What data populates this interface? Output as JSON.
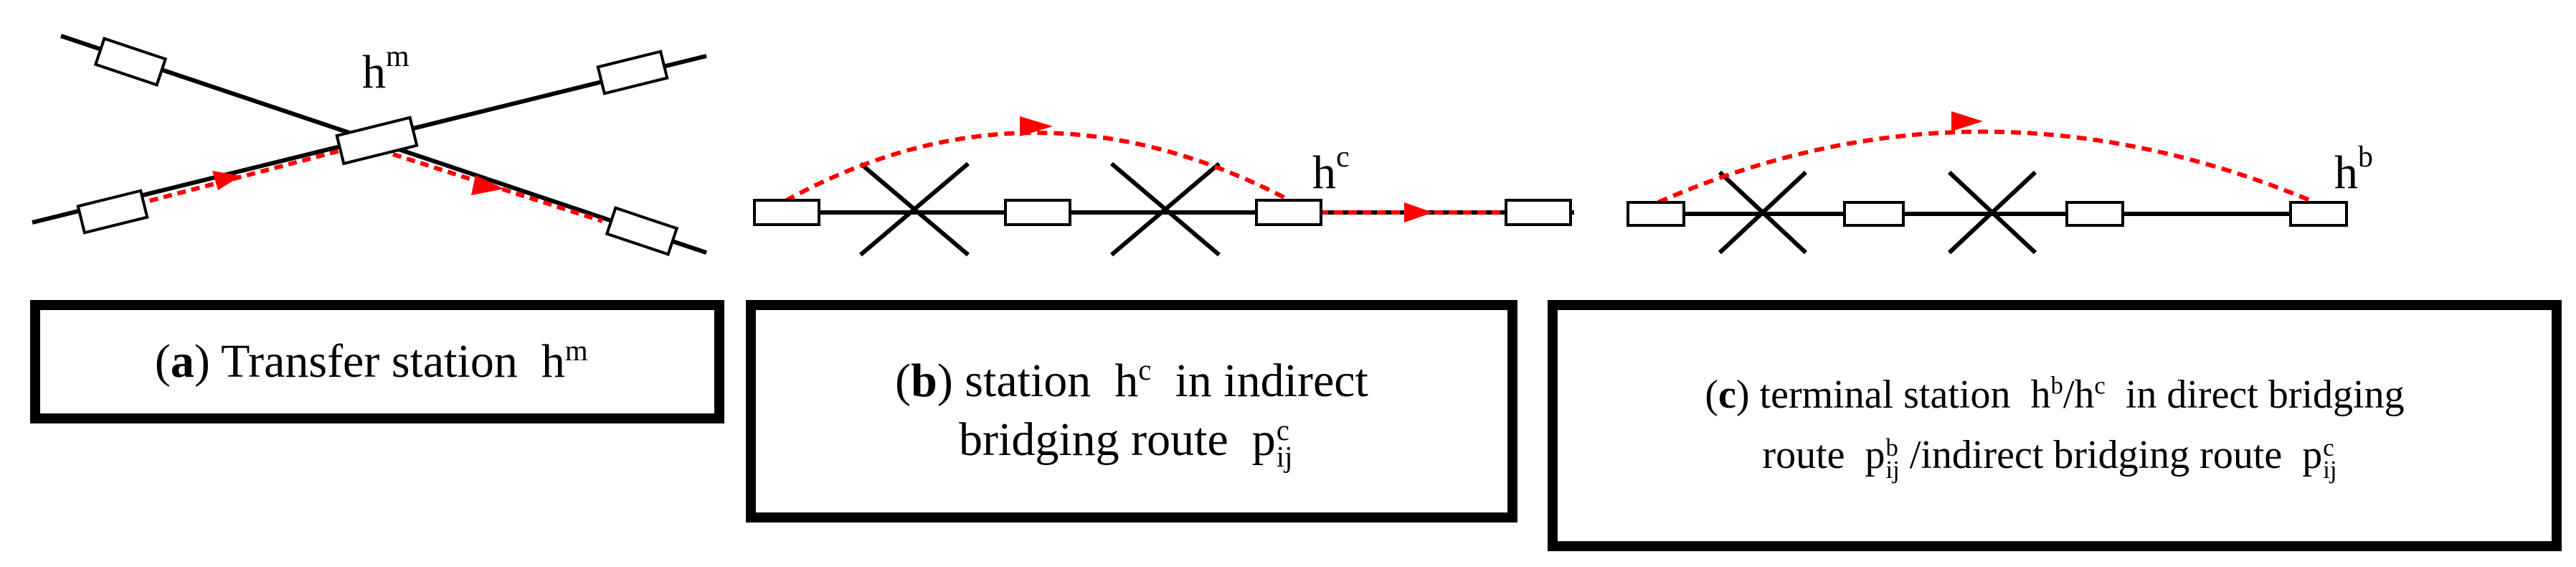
{
  "diagram_a": {
    "node_label": "h",
    "node_label_sup": "m"
  },
  "diagram_b": {
    "node_label": "h",
    "node_label_sup": "c"
  },
  "diagram_c": {
    "node_label": "h",
    "node_label_sup": "b"
  },
  "caption_a": {
    "letter": "a",
    "text": "Transfer station",
    "sym": "h",
    "sym_sup": "m"
  },
  "caption_b": {
    "letter": "b",
    "text1": "station",
    "sym": "h",
    "sym_sup": "c",
    "text2": "in indirect",
    "text3": "bridging route",
    "p": "p",
    "p_sup": "c",
    "p_sub": "ij"
  },
  "caption_c": {
    "letter": "c",
    "text1": "terminal station",
    "sym": "h",
    "sym_sup1": "b",
    "slash": "/",
    "sym2": "h",
    "sym_sup2": "c",
    "text2": "in direct bridging",
    "text3": "route",
    "p": "p",
    "p_sup": "b",
    "p_sub": "ij",
    "text4": "/indirect bridging route",
    "p2": "p",
    "p2_sup": "c",
    "p2_sub": "ij"
  },
  "colors": {
    "line": "#000000",
    "route": "#ff0000",
    "box_border": "#000000"
  }
}
